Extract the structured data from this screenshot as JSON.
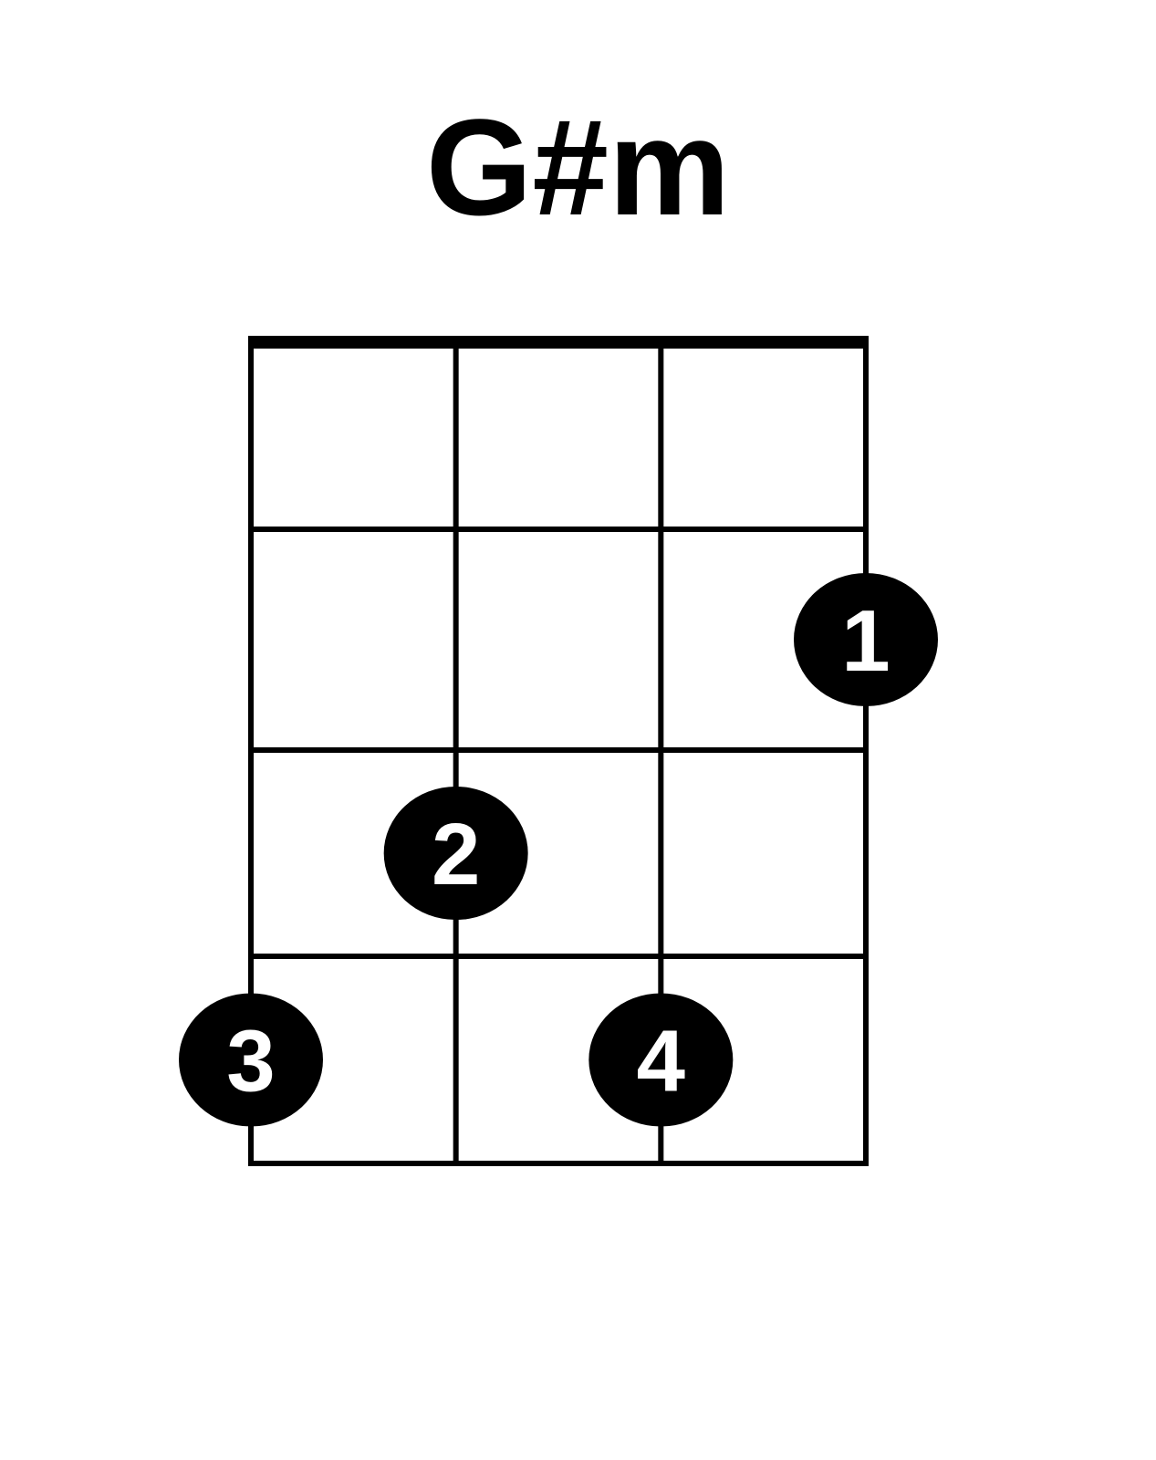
{
  "chord": {
    "name": "G#m"
  },
  "diagram": {
    "strings": 4,
    "frets": 4,
    "nut": true,
    "colors": {
      "line": "#000000",
      "dot": "#000000",
      "dot_text": "#ffffff"
    },
    "fingers": [
      {
        "string": 4,
        "fret": 2,
        "label": "1"
      },
      {
        "string": 2,
        "fret": 3,
        "label": "2"
      },
      {
        "string": 1,
        "fret": 4,
        "label": "3"
      },
      {
        "string": 3,
        "fret": 4,
        "label": "4"
      }
    ]
  }
}
